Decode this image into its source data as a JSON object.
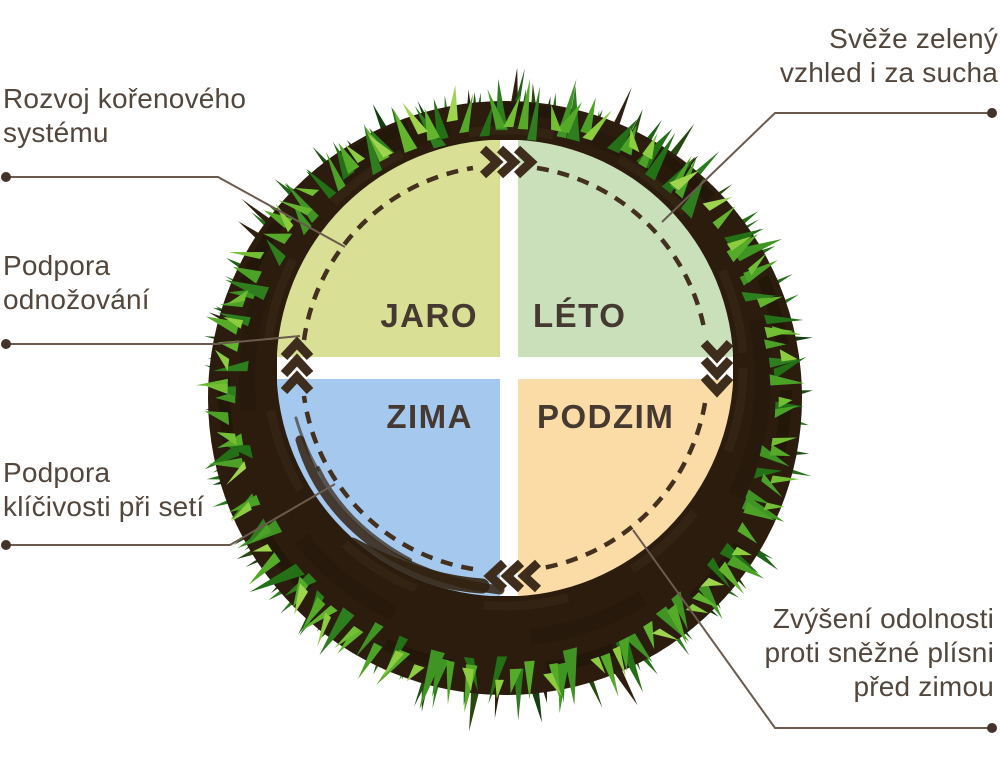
{
  "infographic": {
    "seasons": [
      {
        "id": "spring",
        "label": "JARO",
        "color": "#d9df95"
      },
      {
        "id": "summer",
        "label": "LÉTO",
        "color": "#c9e0ba"
      },
      {
        "id": "winter",
        "label": "ZIMA",
        "color": "#a5c9ee"
      },
      {
        "id": "autumn",
        "label": "PODZIM",
        "color": "#fbdca6"
      }
    ],
    "callouts": {
      "root_system": {
        "line1": "Rozvoj kořenového",
        "line2": "systému"
      },
      "tillering": {
        "line1": "Podpora",
        "line2": "odnožování"
      },
      "germination": {
        "line1": "Podpora",
        "line2": "klíčivosti při setí"
      },
      "fresh_look": {
        "line1": "Svěže zelený",
        "line2": "vzhled i za sucha"
      },
      "resistance": {
        "line1": "Zvýšení odolnosti",
        "line2": "proti sněžné plísni",
        "line3": "před zimou"
      }
    },
    "colors": {
      "soil_ring": "#2b1c0e",
      "arrow": "#3e2d1d",
      "dashed_arc": "#43301f",
      "leader_line": "#6a5b4e",
      "callout_text": "#53463c",
      "season_text": "#453931",
      "grass_dark": "#1c4f15",
      "grass_bright": "#55aa28",
      "grass_highlight": "#8ccd3f"
    }
  }
}
